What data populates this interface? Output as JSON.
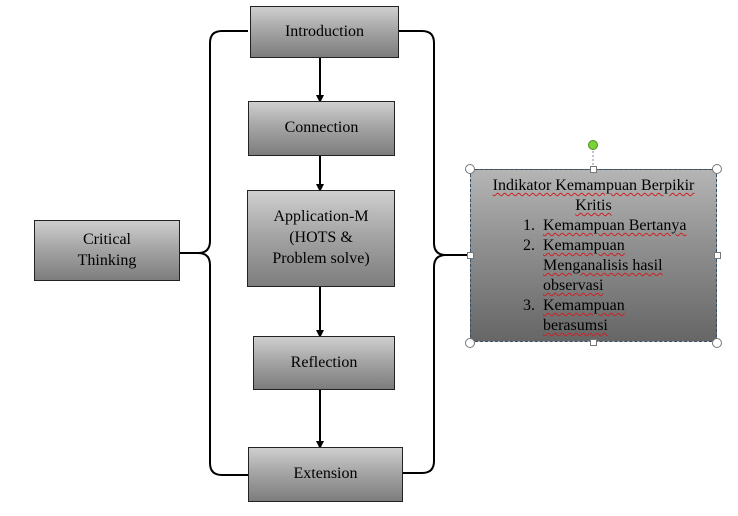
{
  "steps": {
    "introduction": "Introduction",
    "connection": "Connection",
    "application_line1": "Application-M",
    "application_line2": "(HOTS &",
    "application_line3": "Problem solve)",
    "reflection": "Reflection",
    "extension": "Extension"
  },
  "critical_thinking": {
    "line1": "Critical",
    "line2": "Thinking"
  },
  "indicator": {
    "title_line1": "Indikator Kemampuan Berpikir",
    "title_line2": "Kritis",
    "items": [
      {
        "number": "1.",
        "lines": [
          "Kemampuan Bertanya"
        ]
      },
      {
        "number": "2.",
        "lines": [
          "Kemampuan",
          "Menganalisis hasil",
          "observasi"
        ]
      },
      {
        "number": "3.",
        "lines": [
          "Kemampuan",
          "berasumsi"
        ]
      }
    ]
  },
  "colors": {
    "box_gradient_top": "#cfcfcf",
    "box_gradient_bottom": "#7d7d7d",
    "selection_handle_rotate": "#7ad13a",
    "spellcheck_underline": "#d02020"
  }
}
